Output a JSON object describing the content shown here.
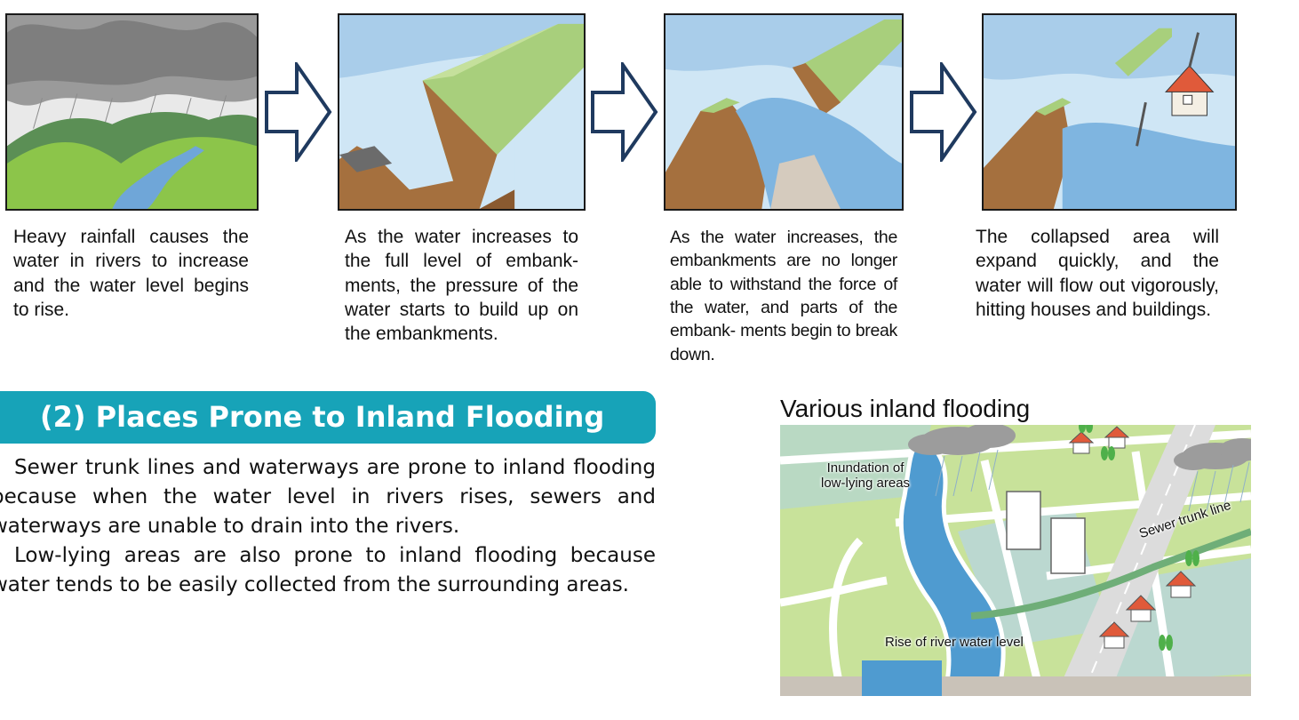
{
  "steps": [
    {
      "caption": "Heavy rainfall causes the water in rivers to increase and the water level begins to rise."
    },
    {
      "caption": "As the water increases to the full level of embank- ments, the pressure of the water starts to build up on the embankments."
    },
    {
      "caption": "As the water increases, the embankments are no longer able to withstand the force of the water, and parts of the embank- ments begin to break down."
    },
    {
      "caption": "The collapsed area will expand quickly, and the water will flow out vigorously, hitting houses and buildings."
    }
  ],
  "section": {
    "title": "(2) Places Prone to Inland Flooding",
    "paragraphs": [
      "Sewer trunk lines and waterways are prone to inland flooding because when the water level in rivers rises, sewers and waterways are unable to drain into the rivers.",
      "Low-lying areas are also prone to inland flooding because water tends to be easily collected from the surrounding areas."
    ]
  },
  "figure": {
    "title": "Various inland flooding",
    "labels": {
      "lowlying_line1": "Inundation of",
      "lowlying_line2": "low-lying areas",
      "sewer": "Sewer trunk line",
      "river": "Rise of river water level"
    }
  },
  "colors": {
    "banner": "#17a3b8",
    "arrow_outline": "#1f3a5f",
    "river": "#4f9bd0",
    "field": "#c8e29a",
    "soil": "#a5703e",
    "embankment": "#9fca72"
  }
}
